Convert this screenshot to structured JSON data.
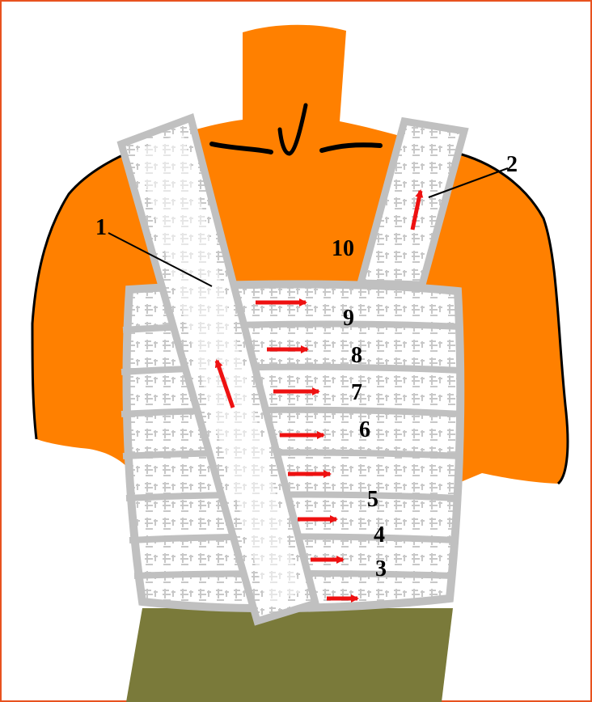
{
  "colors": {
    "frame_border": "#e8521f",
    "skin": "#ff8000",
    "pants": "#7a7a3a",
    "bandage_fill": "#ffffff",
    "bandage_edge": "#c0c0c0",
    "arrow": "#ee1111",
    "outline": "#000000"
  },
  "labels": {
    "l1": "1",
    "l2": "2",
    "l3": "3",
    "l4": "4",
    "l5": "5",
    "l6": "6",
    "l7": "7",
    "l8": "8",
    "l9": "9",
    "l10": "10"
  }
}
